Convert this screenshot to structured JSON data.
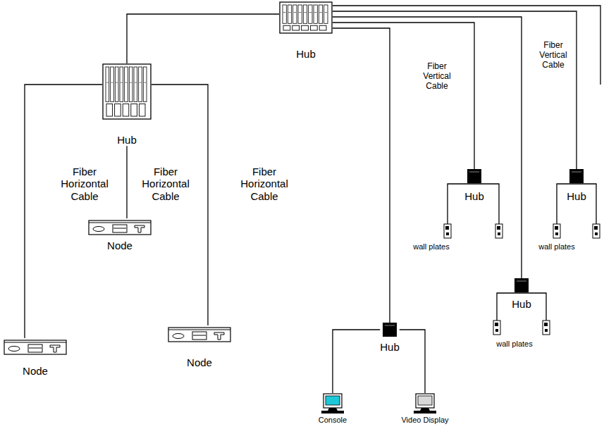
{
  "diagram": {
    "nodes": [
      {
        "text": [
          "Hub"
        ]
      },
      {
        "text": [
          "Hub"
        ]
      },
      {
        "text": [
          "Node"
        ]
      },
      {
        "text": [
          "Hub"
        ]
      },
      {
        "text": [
          "Hub"
        ]
      },
      {
        "text": [
          "Node"
        ]
      },
      {
        "text": [
          "Node"
        ]
      },
      {
        "text": [
          "Hub"
        ]
      },
      {
        "text": [
          "Hub"
        ]
      },
      {
        "text": [
          "Console"
        ]
      },
      {
        "text": [
          "Video Display"
        ]
      }
    ],
    "edges": [
      {
        "from": 0,
        "to": 1,
        "arrow": "none"
      },
      {
        "from": 1,
        "to": 5,
        "label": "Fiber Horizontal Cable",
        "arrow": "none"
      },
      {
        "from": 1,
        "to": 2,
        "label": "Fiber Horizontal Cable",
        "arrow": "none"
      },
      {
        "from": 1,
        "to": 6,
        "label": "Fiber Horizontal Cable",
        "arrow": "none"
      },
      {
        "from": 0,
        "to": 4,
        "label": "Fiber Vertical Cable",
        "arrow": "none"
      },
      {
        "from": 0,
        "to": 7,
        "arrow": "none"
      },
      {
        "from": 0,
        "to": 3,
        "label": "Fiber Vertical Cable",
        "arrow": "none"
      },
      {
        "from": 0,
        "to": 8,
        "arrow": "none"
      },
      {
        "from": 8,
        "to": 9,
        "arrow": "none"
      },
      {
        "from": 8,
        "to": 10,
        "arrow": "none"
      }
    ],
    "labels": [
      "wall plates",
      "wall plates",
      "wall plates"
    ]
  }
}
